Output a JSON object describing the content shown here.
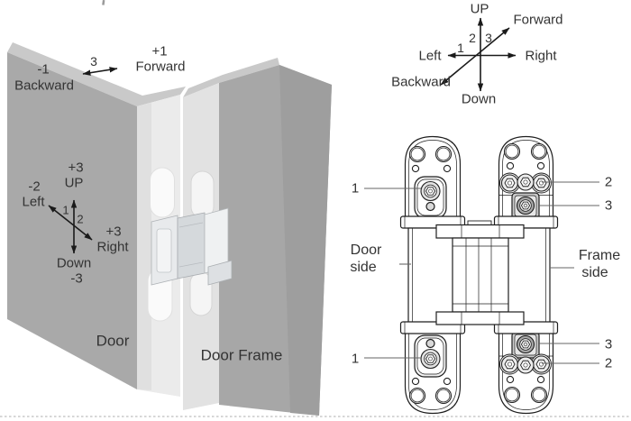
{
  "colors": {
    "door_face": "#a9a9a9",
    "door_top": "#c9c9c9",
    "door_edge": "#ebebeb",
    "frame_face": "#a7a7a7",
    "frame_jamb": "#e2e2e2",
    "frame_top": "#c9c9c9",
    "recess": "#f8f8f8",
    "hinge_metal": "#e8eaec",
    "drawing_outline": "#1f1f1f",
    "callout_line": "#666666",
    "text": "#333333",
    "dashed_border": "#c8c8c8"
  },
  "legend": {
    "up": "UP",
    "forward": "Forward",
    "left": "Left",
    "right": "Right",
    "backward": "Backward",
    "down": "Down",
    "n1": "1",
    "n2": "2",
    "n3": "3"
  },
  "door3d": {
    "top": {
      "neg_val": "-1",
      "neg_label": "Backward",
      "num": "3",
      "pos_val": "+1",
      "pos_label": "Forward"
    },
    "face": {
      "up_val": "+3",
      "up_label": "UP",
      "left_val": "-2",
      "left_label": "Left",
      "n1": "1",
      "n2": "2",
      "right_val": "+3",
      "right_label": "Right",
      "down_label": "Down",
      "down_val": "-3"
    },
    "door_label": "Door",
    "frame_label": "Door Frame"
  },
  "hinge": {
    "door_side": [
      "Door",
      "side"
    ],
    "frame_side": [
      "Frame",
      "side"
    ],
    "callout_top_left": "1",
    "callout_top_right_1": "2",
    "callout_top_right_2": "3",
    "callout_bottom_left": "1",
    "callout_bottom_right_1": "3",
    "callout_bottom_right_2": "2"
  }
}
